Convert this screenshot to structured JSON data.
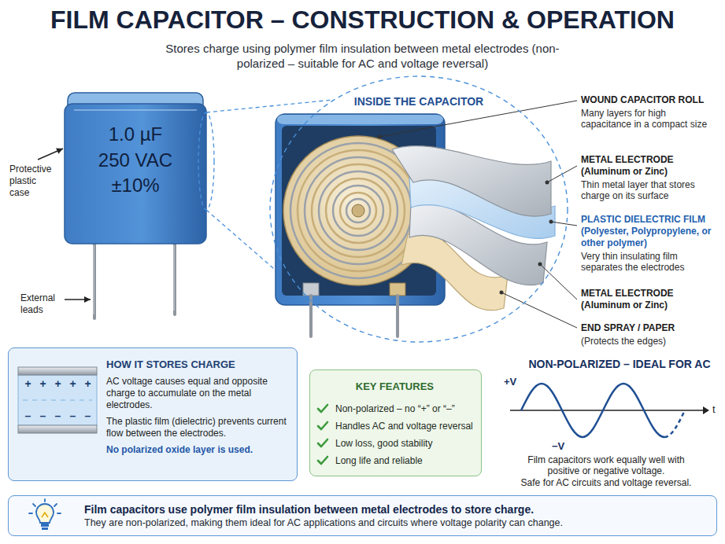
{
  "diagram": {
    "title": "FILM CAPACITOR – CONSTRUCTION & OPERATION",
    "nodes": [
      {
        "text": [
          "1.0 µF 250 VAC ±10%"
        ]
      },
      {
        "text": [
          "INSIDE THE CAPACITOR"
        ]
      },
      {
        "text": [
          "HOW IT STORES CHARGE",
          "AC voltage causes equal and opposite charge to accumulate on the metal electrodes.",
          "The plastic film (dielectric) prevents current flow between the electrodes.",
          "No polarized oxide layer is used."
        ]
      },
      {
        "text": [
          "KEY FEATURES",
          "Non-polarized – no “+” or “–”",
          "Handles AC and voltage reversal",
          "Low loss, good stability",
          "Long life and reliable"
        ]
      },
      {
        "text": [
          "Film capacitors use polymer film insulation between metal electrodes to store charge.",
          "They are non-polarized, making them ideal for AC applications and circuits where voltage polarity can change."
        ]
      }
    ],
    "labels": [
      "Stores charge using polymer film insulation between metal electrodes (non-polarized – suitable for AC and voltage reversal)",
      "Protective plastic case",
      "External leads",
      "WOUND CAPACITOR ROLL",
      "Many layers for high capacitance in a compact size",
      "METAL ELECTRODE (Aluminum or Zinc)",
      "Thin metal layer that stores charge on its surface",
      "PLASTIC DIELECTRIC FILM (Polyester, Polypropylene, or other polymer)",
      "Very thin insulating film separates the electrodes",
      "METAL ELECTRODE (Aluminum or Zinc)",
      "END SPRAY / PAPER",
      "(Protects the edges)",
      "+",
      "+",
      "+",
      "+",
      "+",
      "–",
      "–",
      "–",
      "–",
      "–",
      "NON-POLARIZED – IDEAL FOR AC",
      "+V",
      "−V",
      "t",
      "Film capacitors work equally well with positive or negative voltage.",
      "Safe for AC circuits and voltage reversal."
    ]
  }
}
